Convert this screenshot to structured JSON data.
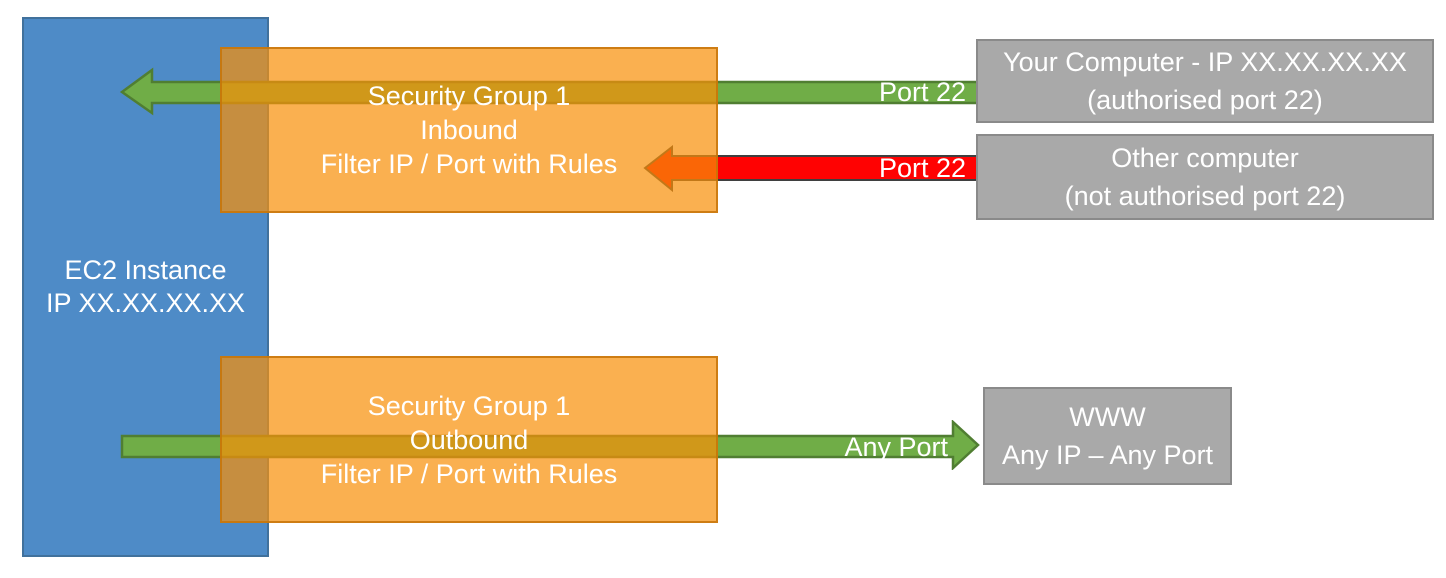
{
  "diagram": {
    "title": "EC2 Security Group traffic filtering",
    "ec2_instance": {
      "line1": "EC2 Instance",
      "line2": "IP XX.XX.XX.XX"
    },
    "security_group_inbound": {
      "line1": "Security Group 1",
      "line2": "Inbound",
      "line3": "Filter IP / Port with Rules"
    },
    "security_group_outbound": {
      "line1": "Security Group 1",
      "line2": "Outbound",
      "line3": "Filter IP / Port with Rules"
    },
    "your_computer": {
      "line1": "Your Computer - IP XX.XX.XX.XX",
      "line2": "(authorised port 22)"
    },
    "other_computer": {
      "line1": "Other computer",
      "line2": "(not authorised port 22)"
    },
    "www": {
      "line1": "WWW",
      "line2": "Any IP – Any Port"
    },
    "arrow_labels": {
      "inbound_allowed_port": "Port 22",
      "inbound_denied_port": "Port 22",
      "outbound_port": "Any Port"
    },
    "colors": {
      "ec2_fill": "#4e8bc7",
      "ec2_border": "#41719c",
      "security_group_fill": "#f89009",
      "security_group_opacity": "0.71",
      "allowed_arrow_fill": "#70ad47",
      "allowed_arrow_border": "#507e32",
      "denied_arrow_fill": "#ff0202",
      "denied_arrow_border": "#3f3f3f",
      "endpoint_fill": "#a9a9a9",
      "endpoint_border": "#8a8a8a",
      "text": "#ffffff",
      "background": "#ffffff"
    }
  }
}
